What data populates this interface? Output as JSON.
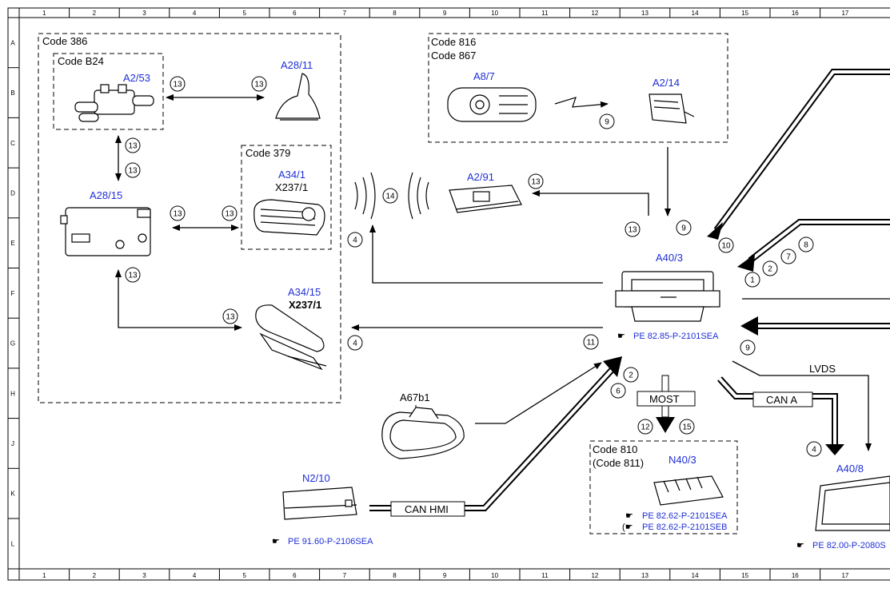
{
  "grid": {
    "columns": [
      "1",
      "2",
      "3",
      "4",
      "5",
      "6",
      "7",
      "8",
      "9",
      "10",
      "11",
      "12",
      "13",
      "14",
      "15",
      "16",
      "17"
    ],
    "rows": [
      "A",
      "B",
      "C",
      "D",
      "E",
      "F",
      "G",
      "H",
      "J",
      "K",
      "L"
    ]
  },
  "groups": {
    "code386": "Code 386",
    "codeB24": "Code B24",
    "code379": "Code 379",
    "code816": "Code 816",
    "code867": "Code 867",
    "code810": "Code 810",
    "code811": "(Code 811)"
  },
  "components": {
    "a2_53": "A2/53",
    "a28_11": "A28/11",
    "a28_15": "A28/15",
    "a34_1": "A34/1",
    "x237_1_a": "X237/1",
    "a34_15": "A34/15",
    "x237_1_b": "X237/1",
    "a8_7": "A8/7",
    "a2_14": "A2/14",
    "a2_91": "A2/91",
    "a40_3": "A40/3",
    "a67b1": "A67b1",
    "n2_10": "N2/10",
    "n40_3": "N40/3",
    "a40_8": "A40/8"
  },
  "bus_labels": {
    "most": "MOST",
    "can_hmi": "CAN HMI",
    "can_a": "CAN A",
    "lvds": "LVDS"
  },
  "references": {
    "a40_3": "PE 82.85-P-2101SEA",
    "n2_10": "PE 91.60-P-2106SEA",
    "n40_3_a": "PE 82.62-P-2101SEA",
    "n40_3_b": "PE 82.62-P-2101SEB",
    "a40_8": "PE 82.00-P-2080S"
  },
  "callouts": {
    "c13_a": "13",
    "c13_b": "13",
    "c13_c": "13",
    "c13_d": "13",
    "c13_e": "13",
    "c13_f": "13",
    "c13_g": "13",
    "c13_h": "13",
    "c13_i": "13",
    "c13_j": "13",
    "c14": "14",
    "c9_a": "9",
    "c9_b": "9",
    "c9_c": "9",
    "c4_a": "4",
    "c4_b": "4",
    "c4_c": "4",
    "c10": "10",
    "c1": "1",
    "c2_a": "2",
    "c7": "7",
    "c8": "8",
    "c11": "11",
    "c2_b": "2",
    "c6": "6",
    "c12": "12",
    "c15": "15"
  },
  "colors": {
    "label_blue": "#1f2fd6",
    "line": "#000000"
  }
}
